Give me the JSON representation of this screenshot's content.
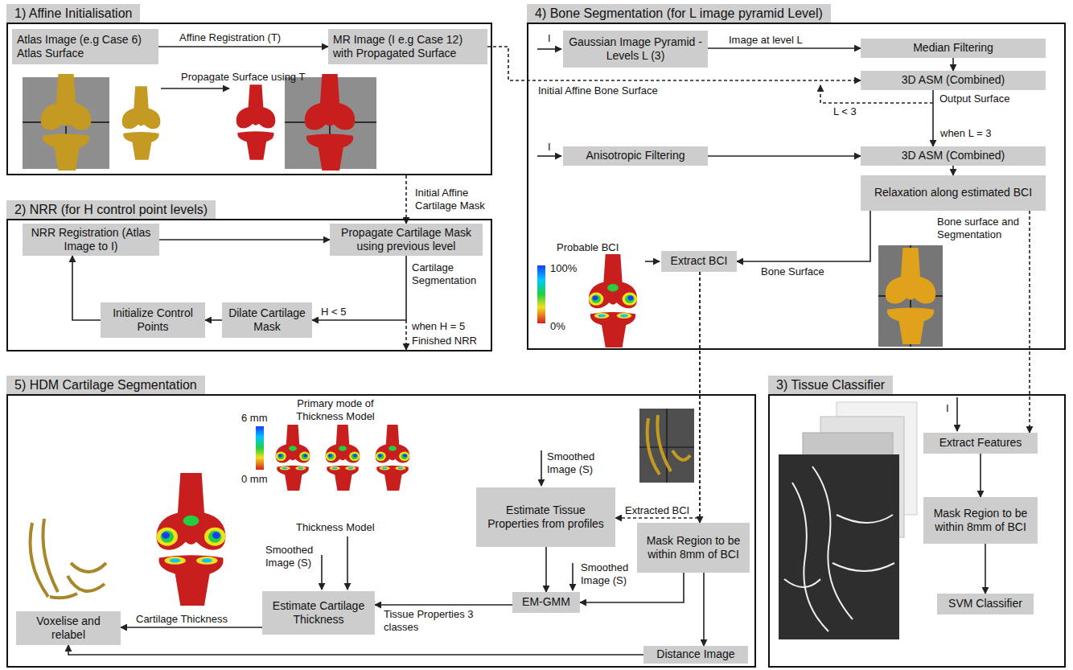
{
  "diagram": {
    "nodes": [
      {
        "text": [
          "1) Affine Initialisation"
        ]
      },
      {
        "text": [
          "Atlas Image (e.g Case 6) Atlas Surface"
        ],
        "in": 0
      },
      {
        "text": [
          "MR Image (I e.g Case 12) with Propagated Surface"
        ],
        "in": 0
      },
      {
        "text": [
          "4) Bone Segmentation (for L image pyramid Level)"
        ]
      },
      {
        "text": [
          "Gaussian Image Pyramid - Levels L (3)"
        ],
        "in": 3
      },
      {
        "text": [
          "Median Filtering"
        ],
        "in": 3
      },
      {
        "text": [
          "3D ASM (Combined)"
        ],
        "in": 3
      },
      {
        "text": [
          "Anisotropic Filtering"
        ],
        "in": 3
      },
      {
        "text": [
          "3D ASM (Combined)"
        ],
        "in": 3
      },
      {
        "text": [
          "Relaxation along estimated BCI"
        ],
        "in": 3
      },
      {
        "text": [
          "Extract BCI"
        ],
        "in": 3
      },
      {
        "text": [
          "2) NRR (for H control point levels)"
        ]
      },
      {
        "text": [
          "NRR Registration (Atlas Image to I)"
        ],
        "in": 11
      },
      {
        "text": [
          "Propagate Cartilage Mask using previous level"
        ],
        "in": 11
      },
      {
        "text": [
          "Initialize Control Points"
        ],
        "in": 11
      },
      {
        "text": [
          "Dilate Cartilage Mask"
        ],
        "in": 11
      },
      {
        "text": [
          "5) HDM Cartilage Segmentation"
        ]
      },
      {
        "text": [
          "Estimate Tissue Properties from profiles"
        ],
        "in": 16
      },
      {
        "text": [
          "Mask Region to be within 8mm of BCI"
        ],
        "in": 16
      },
      {
        "text": [
          "EM-GMM"
        ],
        "in": 16
      },
      {
        "text": [
          "Estimate Cartilage Thickness"
        ],
        "in": 16
      },
      {
        "text": [
          "Voxelise and relabel"
        ],
        "in": 16
      },
      {
        "text": [
          "Distance Image"
        ],
        "in": 16
      },
      {
        "text": [
          "3) Tissue Classifier"
        ]
      },
      {
        "text": [
          "Extract Features"
        ],
        "in": 23
      },
      {
        "text": [
          "Mask Region to be within 8mm of BCI"
        ],
        "in": 23
      },
      {
        "text": [
          "SVM Classifier"
        ],
        "in": 23
      }
    ],
    "edges": [
      {
        "from": 1,
        "to": 2,
        "label": "Affine Registration (T)",
        "arrow": "to"
      },
      {
        "from": 0,
        "to": 13,
        "label": "Initial Affine Cartilage Mask",
        "arrow": "to"
      },
      {
        "from": 2,
        "to": 6,
        "label": "Initial Affine Bone Surface",
        "arrow": "to"
      },
      {
        "from": 12,
        "to": 13,
        "arrow": "to"
      },
      {
        "from": 13,
        "to": 15,
        "label": "H < 5",
        "arrow": "to"
      },
      {
        "from": 15,
        "to": 14,
        "arrow": "to"
      },
      {
        "from": 14,
        "to": 12,
        "arrow": "to"
      },
      {
        "from": 4,
        "to": 5,
        "label": "Image at level L",
        "arrow": "to"
      },
      {
        "from": 5,
        "to": 6,
        "arrow": "to"
      },
      {
        "from": 6,
        "to": 8,
        "label": "when L = 3",
        "arrow": "to"
      },
      {
        "from": 7,
        "to": 8,
        "arrow": "to"
      },
      {
        "from": 8,
        "to": 9,
        "arrow": "to"
      },
      {
        "from": 9,
        "to": 10,
        "label": "Bone Surface",
        "arrow": "to"
      },
      {
        "from": 9,
        "to": 24,
        "arrow": "to"
      },
      {
        "from": 10,
        "to": 18,
        "arrow": "to"
      },
      {
        "from": 10,
        "to": 17,
        "label": "Extracted BCI",
        "arrow": "to"
      },
      {
        "from": 17,
        "to": 19,
        "arrow": "to"
      },
      {
        "from": 18,
        "to": 19,
        "arrow": "to"
      },
      {
        "from": 18,
        "to": 22,
        "arrow": "to"
      },
      {
        "from": 19,
        "to": 20,
        "label": "Tissue Properties 3 classes",
        "arrow": "to"
      },
      {
        "from": 20,
        "to": 21,
        "label": "Cartilage Thickness",
        "arrow": "to"
      },
      {
        "from": 22,
        "to": 21,
        "arrow": "to"
      },
      {
        "from": 24,
        "to": 25,
        "arrow": "to"
      },
      {
        "from": 25,
        "to": 26,
        "arrow": "to"
      }
    ],
    "labels": [
      "Propagate Surface using T",
      "Cartilage Segmentation",
      "when H = 5",
      "Finished NRR",
      "I",
      "Output Surface",
      "L < 3",
      "I",
      "Probable BCI",
      "100%",
      "0%",
      "Bone surface and Segmentation",
      "Primary mode of Thickness Model",
      "6 mm",
      "0 mm",
      "Smoothed Image (S)",
      "Smoothed Image (S)",
      "Thickness Model",
      "Smoothed Image (S)",
      "I"
    ]
  }
}
